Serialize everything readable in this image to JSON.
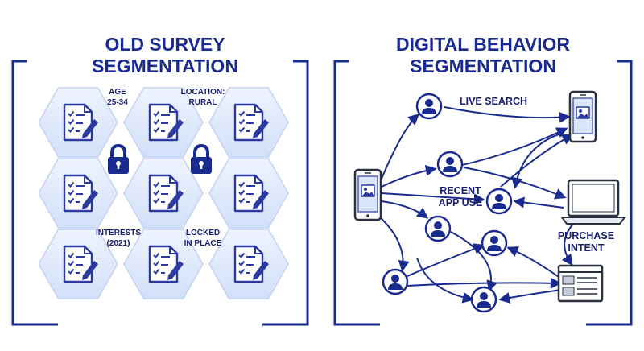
{
  "left_panel": {
    "title_line1": "OLD SURVEY",
    "title_line2": "SEGMENTATION",
    "labels": {
      "age_line1": "AGE",
      "age_line2": "25-34",
      "location_line1": "LOCATION:",
      "location_line2": "RURAL",
      "interests_line1": "INTERESTS",
      "interests_line2": "(2021)",
      "locked_line1": "LOCKED",
      "locked_line2": "IN PLACE"
    }
  },
  "right_panel": {
    "title_line1": "DIGITAL BEHAVIOR",
    "title_line2": "SEGMENTATION",
    "labels": {
      "live_search": "LIVE SEARCH",
      "recent_line1": "RECENT",
      "recent_line2": "APP USE",
      "purchase_line1": "PURCHASE",
      "purchase_line2": "INTENT"
    }
  },
  "colors": {
    "primary": "#1a2b8f",
    "hex_fill": "#dbe6fb",
    "hex_light": "#eef3fd",
    "icon": "#2a3aa0"
  }
}
